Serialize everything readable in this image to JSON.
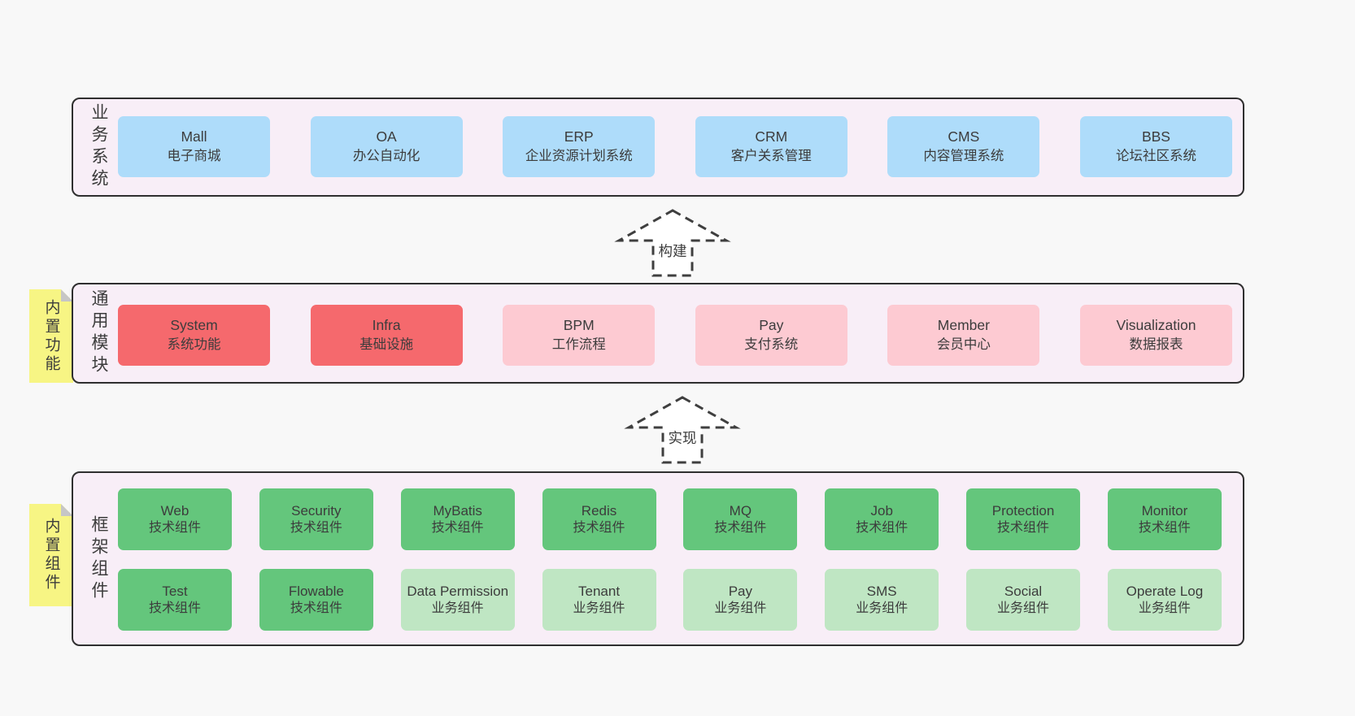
{
  "colors": {
    "page_background": "#f8f8f8",
    "container_background": "#f8eef7",
    "container_border": "#2f2f2f",
    "blue_box": "#aedcfa",
    "red_box": "#f5696d",
    "pink_box": "#fdcad2",
    "green_box": "#64c67c",
    "light_green_box": "#bfe6c3",
    "note_yellow": "#f7f584",
    "note_fold_gray": "#c6c6c6",
    "text": "#3c3c3c"
  },
  "arrows": {
    "build": {
      "label": "构建"
    },
    "implement": {
      "label": "实现"
    }
  },
  "business_layer": {
    "label": "业务系统",
    "boxes": [
      {
        "title": "Mall",
        "subtitle": "电子商城"
      },
      {
        "title": "OA",
        "subtitle": "办公自动化"
      },
      {
        "title": "ERP",
        "subtitle": "企业资源计划系统"
      },
      {
        "title": "CRM",
        "subtitle": "客户关系管理"
      },
      {
        "title": "CMS",
        "subtitle": "内容管理系统"
      },
      {
        "title": "BBS",
        "subtitle": "论坛社区系统"
      }
    ]
  },
  "module_layer": {
    "label": "通用模块",
    "note": "内置功能",
    "boxes": [
      {
        "title": "System",
        "subtitle": "系统功能"
      },
      {
        "title": "Infra",
        "subtitle": "基础设施"
      },
      {
        "title": "BPM",
        "subtitle": "工作流程"
      },
      {
        "title": "Pay",
        "subtitle": "支付系统"
      },
      {
        "title": "Member",
        "subtitle": "会员中心"
      },
      {
        "title": "Visualization",
        "subtitle": "数据报表"
      }
    ]
  },
  "component_layer": {
    "label": "框架组件",
    "note": "内置组件",
    "row1": [
      {
        "title": "Web",
        "subtitle": "技术组件"
      },
      {
        "title": "Security",
        "subtitle": "技术组件"
      },
      {
        "title": "MyBatis",
        "subtitle": "技术组件"
      },
      {
        "title": "Redis",
        "subtitle": "技术组件"
      },
      {
        "title": "MQ",
        "subtitle": "技术组件"
      },
      {
        "title": "Job",
        "subtitle": "技术组件"
      },
      {
        "title": "Protection",
        "subtitle": "技术组件"
      },
      {
        "title": "Monitor",
        "subtitle": "技术组件"
      }
    ],
    "row2": [
      {
        "title": "Test",
        "subtitle": "技术组件"
      },
      {
        "title": "Flowable",
        "subtitle": "技术组件"
      },
      {
        "title": "Data Permission",
        "subtitle": "业务组件"
      },
      {
        "title": "Tenant",
        "subtitle": "业务组件"
      },
      {
        "title": "Pay",
        "subtitle": "业务组件"
      },
      {
        "title": "SMS",
        "subtitle": "业务组件"
      },
      {
        "title": "Social",
        "subtitle": "业务组件"
      },
      {
        "title": "Operate Log",
        "subtitle": "业务组件"
      }
    ]
  }
}
